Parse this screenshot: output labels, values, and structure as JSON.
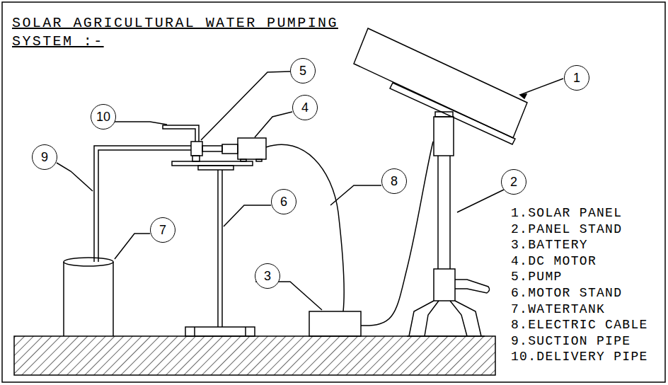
{
  "diagram": {
    "title": "SOLAR AGRICULTURAL WATER PUMPING SYSTEM :-",
    "nodes": [
      {
        "text": [
          "1"
        ]
      },
      {
        "text": [
          "2"
        ]
      },
      {
        "text": [
          "3"
        ]
      },
      {
        "text": [
          "4"
        ]
      },
      {
        "text": [
          "5"
        ]
      },
      {
        "text": [
          "6"
        ]
      },
      {
        "text": [
          "7"
        ]
      },
      {
        "text": [
          "8"
        ]
      },
      {
        "text": [
          "9"
        ]
      },
      {
        "text": [
          "10"
        ]
      }
    ],
    "labels": [
      "1.SOLAR PANEL",
      "2.PANEL STAND",
      "3.BATTERY",
      "4.DC MOTOR",
      "5.PUMP",
      "6.MOTOR STAND",
      "7.WATERTANK",
      "8.ELECTRIC CABLE",
      "9.SUCTION PIPE",
      "10.DELIVERY PIPE"
    ]
  }
}
